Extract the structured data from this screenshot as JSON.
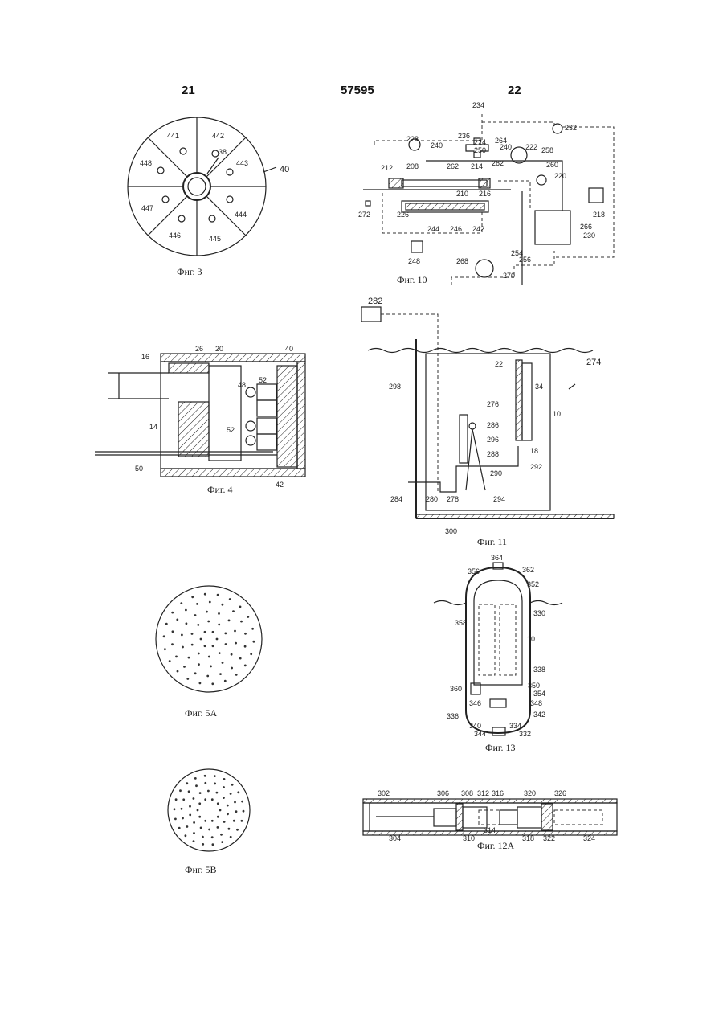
{
  "header": {
    "left_page": "21",
    "center_number": "57595",
    "right_page": "22"
  },
  "figures": {
    "fig3": {
      "caption": "Фиг. 3",
      "labels": [
        "441",
        "442",
        "38",
        "443",
        "40",
        "448",
        "447",
        "444",
        "446",
        "445"
      ]
    },
    "fig4": {
      "caption": "Фиг. 4",
      "labels": [
        "16",
        "26",
        "20",
        "40",
        "52",
        "48",
        "14",
        "52",
        "50",
        "42"
      ]
    },
    "fig5a": {
      "caption": "Фиг. 5A"
    },
    "fig5b": {
      "caption": "Фиг. 5B"
    },
    "fig10": {
      "caption": "Фиг. 10",
      "labels": [
        "234",
        "232",
        "228",
        "236",
        "240",
        "224",
        "250",
        "264",
        "240",
        "222",
        "258",
        "212",
        "208",
        "262",
        "214",
        "262",
        "260",
        "220",
        "272",
        "210",
        "216",
        "218",
        "226",
        "244",
        "246",
        "242",
        "266",
        "230",
        "248",
        "268",
        "254",
        "256",
        "270"
      ]
    },
    "fig11": {
      "caption": "Фиг. 11",
      "labels": [
        "282",
        "274",
        "22",
        "298",
        "34",
        "276",
        "10",
        "286",
        "296",
        "288",
        "18",
        "292",
        "290",
        "284",
        "280",
        "278",
        "294",
        "300"
      ]
    },
    "fig13": {
      "caption": "Фиг. 13",
      "labels": [
        "364",
        "356",
        "362",
        "352",
        "330",
        "358",
        "10",
        "338",
        "360",
        "350",
        "354",
        "346",
        "348",
        "336",
        "342",
        "340",
        "334",
        "344",
        "332"
      ]
    },
    "fig12a": {
      "caption": "Фиг. 12A",
      "labels": [
        "302",
        "306",
        "308",
        "312",
        "316",
        "320",
        "326",
        "304",
        "310",
        "314",
        "318",
        "322",
        "324"
      ]
    }
  }
}
